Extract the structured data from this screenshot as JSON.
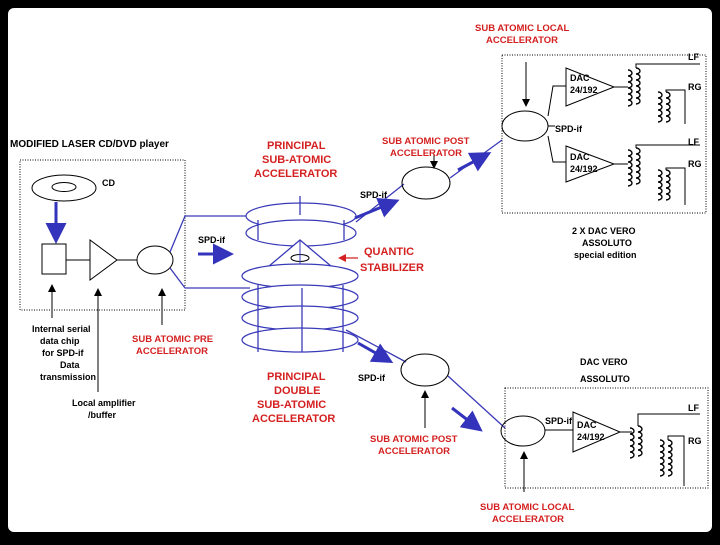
{
  "player": {
    "title": "MODIFIED LASER CD/DVD player",
    "cd_label": "CD",
    "chip_label": [
      "Internal serial",
      "data chip",
      "for SPD-if",
      "Data",
      "transmission"
    ],
    "amp_label": [
      "Local amplifier",
      "/buffer"
    ],
    "pre_accel_label": [
      "SUB ATOMIC PRE",
      "ACCELERATOR"
    ],
    "spdif_label": "SPD-if"
  },
  "principal": {
    "title": [
      "PRINCIPAL",
      "SUB-ATOMIC",
      "ACCELERATOR"
    ],
    "double_title": [
      "PRINCIPAL",
      "DOUBLE",
      "SUB-ATOMIC",
      "ACCELERATOR"
    ],
    "stabilizer_label": [
      "QUANTIC",
      "STABILIZER"
    ]
  },
  "upper_branch": {
    "spdif_label": "SPD-if",
    "post_accel_label": [
      "SUB ATOMIC POST",
      "ACCELERATOR"
    ],
    "local_accel_label": [
      "SUB ATOMIC LOCAL",
      "ACCELERATOR"
    ],
    "box_spdif_label": "SPD-if",
    "dac_label": [
      "DAC",
      "24/192"
    ],
    "outputs": [
      "LF",
      "RG",
      "LF",
      "RG"
    ],
    "caption": [
      "2 X DAC VERO",
      "ASSOLUTO",
      "special edition"
    ]
  },
  "lower_branch": {
    "spdif_label": "SPD-if",
    "post_accel_label": [
      "SUB ATOMIC POST",
      "ACCELERATOR"
    ],
    "local_accel_label": [
      "SUB ATOMIC LOCAL",
      "ACCELERATOR"
    ],
    "box_spdif_label": "SPD-if",
    "dac_label": [
      "DAC",
      "24/192"
    ],
    "outputs": [
      "LF",
      "RG"
    ],
    "caption": [
      "DAC VERO",
      "ASSOLUTO"
    ]
  },
  "colors": {
    "background": "#000000",
    "canvas": "#ffffff",
    "accent_blue": "#3a3ab8",
    "label_red": "#d42020"
  }
}
